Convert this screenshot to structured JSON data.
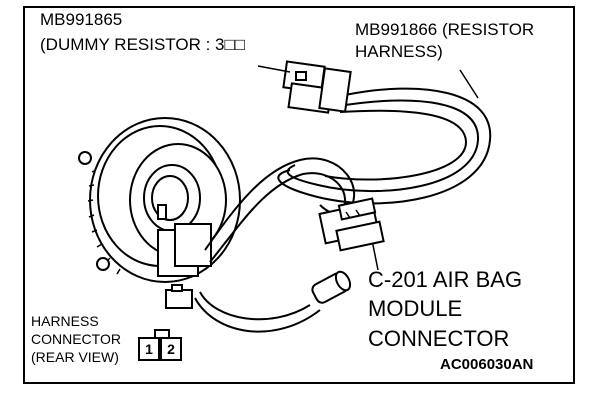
{
  "labels": {
    "dummy_part": "MB991865",
    "dummy_desc": "(DUMMY RESISTOR : 3□□",
    "harness_part": "MB991866 (RESISTOR",
    "harness_desc": "HARNESS)",
    "connector_line1": "C-201 AIR BAG",
    "connector_line2": "MODULE",
    "connector_line3": "CONNECTOR",
    "harness_connector_line1": "HARNESS",
    "harness_connector_line2": "CONNECTOR",
    "harness_connector_line3": "(REAR VIEW)",
    "figure_code": "AC006030AN"
  },
  "pins": [
    "1",
    "2"
  ]
}
